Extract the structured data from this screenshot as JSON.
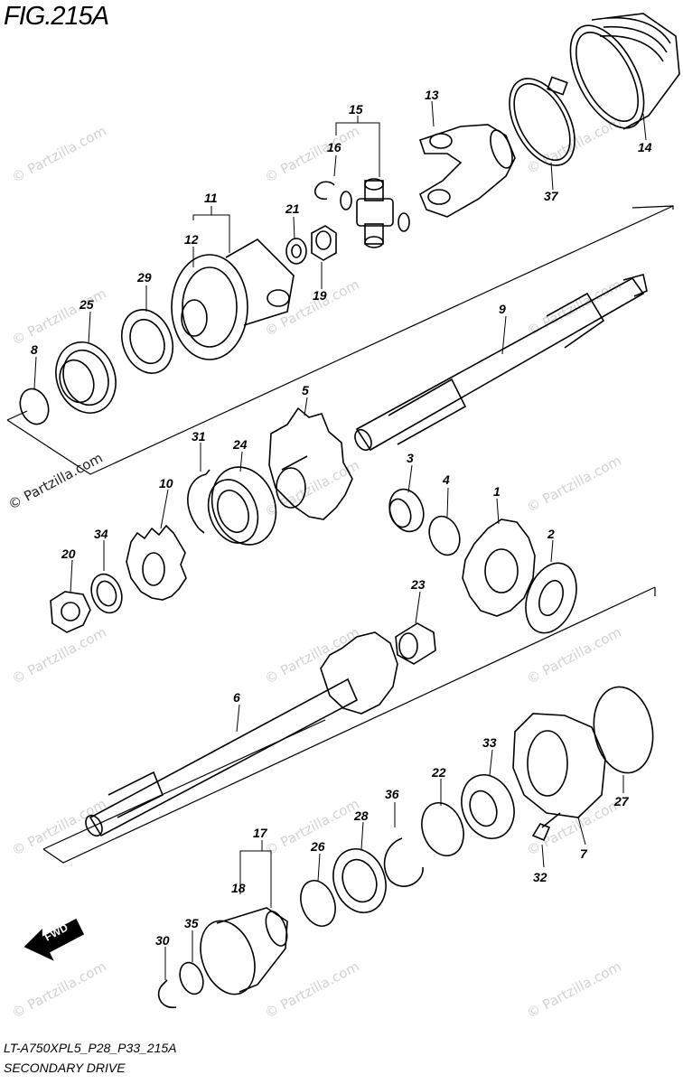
{
  "figure": {
    "title": "FIG.215A",
    "model_code": "LT-A750XPL5_P28_P33_215A",
    "name": "SECONDARY DRIVE"
  },
  "direction_badge": "FWD",
  "watermark": "© Partzilla.com",
  "callouts": [
    "1",
    "2",
    "3",
    "4",
    "5",
    "6",
    "7",
    "8",
    "9",
    "10",
    "11",
    "12",
    "13",
    "14",
    "15",
    "16",
    "17",
    "18",
    "19",
    "20",
    "21",
    "22",
    "23",
    "24",
    "25",
    "26",
    "27",
    "28",
    "29",
    "30",
    "31",
    "32",
    "33",
    "34",
    "35",
    "36",
    "37"
  ]
}
